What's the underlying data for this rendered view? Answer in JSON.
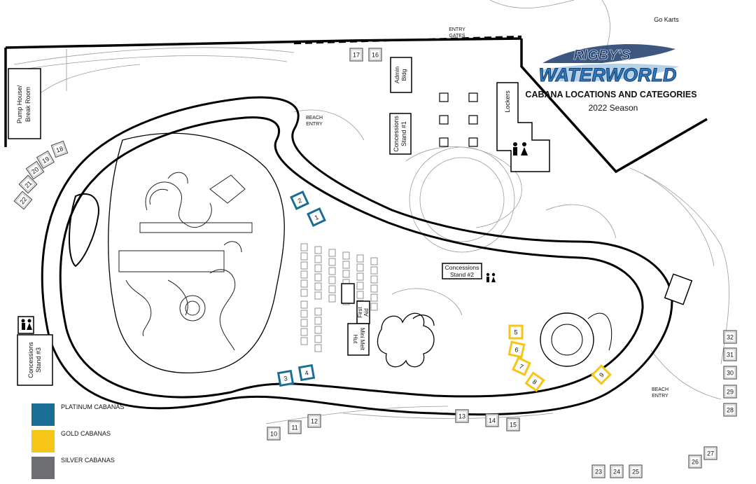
{
  "brand": {
    "logo_line1": "RIGBY'S",
    "logo_line2": "WATERWORLD",
    "subtitle": "CABANA LOCATIONS AND CATEGORIES",
    "season": "2022 Season",
    "colors": {
      "logo_blue": "#2a7bbf",
      "logo_dark": "#1b3a6b"
    }
  },
  "places": {
    "go_karts": "Go Karts",
    "entry_gates_1": "ENTRY",
    "entry_gates_2": "GATES",
    "admin_1": "Admin",
    "admin_2": "Bldg",
    "pump_1": "Pump House/",
    "pump_2": "Break Room",
    "lockers": "Lockers",
    "concessions1_1": "Concessions",
    "concessions1_2": "Stand #1",
    "concessions2_1": "Concessions",
    "concessions2_2": "Stand #2",
    "concessions3_1": "Concessions",
    "concessions3_2": "Stand #3",
    "beach_entry_1": "BEACH",
    "beach_entry_2": "ENTRY",
    "first_aid_1": "First",
    "first_aid_2": "Aid",
    "minimelt_1": "Mini Melt",
    "minimelt_2": "Hut"
  },
  "legend": [
    {
      "label": "PLATINUM CABANAS",
      "color": "#1a6e96"
    },
    {
      "label": "GOLD CABANAS",
      "color": "#f6c518"
    },
    {
      "label": "SILVER CABANAS",
      "color": "#6d6e71"
    }
  ],
  "cabanas": [
    {
      "num": "1",
      "category": "platinum"
    },
    {
      "num": "2",
      "category": "platinum"
    },
    {
      "num": "3",
      "category": "platinum"
    },
    {
      "num": "4",
      "category": "platinum"
    },
    {
      "num": "5",
      "category": "gold"
    },
    {
      "num": "6",
      "category": "gold"
    },
    {
      "num": "7",
      "category": "gold"
    },
    {
      "num": "8",
      "category": "gold"
    },
    {
      "num": "9",
      "category": "gold"
    },
    {
      "num": "10",
      "category": "silver"
    },
    {
      "num": "11",
      "category": "silver"
    },
    {
      "num": "12",
      "category": "silver"
    },
    {
      "num": "13",
      "category": "silver"
    },
    {
      "num": "14",
      "category": "silver"
    },
    {
      "num": "15",
      "category": "silver"
    },
    {
      "num": "16",
      "category": "silver"
    },
    {
      "num": "17",
      "category": "silver"
    },
    {
      "num": "18",
      "category": "silver"
    },
    {
      "num": "19",
      "category": "silver"
    },
    {
      "num": "20",
      "category": "silver"
    },
    {
      "num": "21",
      "category": "silver"
    },
    {
      "num": "22",
      "category": "silver"
    },
    {
      "num": "23",
      "category": "silver"
    },
    {
      "num": "24",
      "category": "silver"
    },
    {
      "num": "25",
      "category": "silver"
    },
    {
      "num": "26",
      "category": "silver"
    },
    {
      "num": "27",
      "category": "silver"
    },
    {
      "num": "28",
      "category": "silver"
    },
    {
      "num": "29",
      "category": "silver"
    },
    {
      "num": "30",
      "category": "silver"
    },
    {
      "num": "31",
      "category": "silver"
    },
    {
      "num": "32",
      "category": "silver"
    }
  ]
}
